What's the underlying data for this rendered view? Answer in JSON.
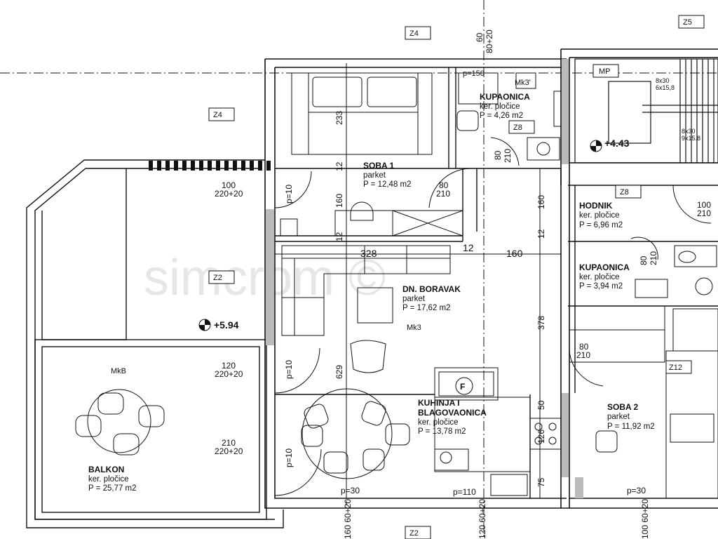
{
  "watermark": "simcrom ©",
  "sections": {
    "z4_top": "Z4",
    "z5_top": "Z5",
    "z4_left": "Z4",
    "z2_left": "Z2",
    "z2_bottom": "Z2",
    "z8_hall": "Z8",
    "z8_bath": "Z8",
    "z12": "Z12",
    "mp": "MP",
    "mkb": "MkB",
    "mk3": "Mk3",
    "mk3_prime": "Mk3'",
    "stove": "F"
  },
  "rooms": {
    "soba1": {
      "name": "SOBA 1",
      "floor": "parket",
      "area": "P = 12,48 m2"
    },
    "kupaonica1": {
      "name": "KUPAONICA",
      "floor": "ker. pločice",
      "area": "P = 4,26 m2"
    },
    "dn_boravak": {
      "name": "DN. BORAVAK",
      "floor": "parket",
      "area": "P = 17,62 m2"
    },
    "kuhinja": {
      "name1": "KUHINJA I",
      "name2": "BLAGOVAONICA",
      "floor": "ker. pločice",
      "area": "P = 13,78 m2"
    },
    "hodnik": {
      "name": "HODNIK",
      "floor": "ker. pločice",
      "area": "P = 6,96 m2"
    },
    "kupaonica2": {
      "name": "KUPAONICA",
      "floor": "ker. pločice",
      "area": "P = 3,94 m2"
    },
    "soba2": {
      "name": "SOBA 2",
      "floor": "parket",
      "area": "P = 11,92 m2"
    },
    "balkon": {
      "name": "BALKON",
      "floor": "ker. pločice",
      "area": "P = 25,77 m2"
    }
  },
  "levels": {
    "balcony": "+5.94",
    "stairs": "+4.43"
  },
  "stairs": {
    "step1a": "8x30",
    "step1b": "6x15,8",
    "step2a": "8x30",
    "step2b": "9x15.8"
  },
  "dims": {
    "top_60": "60",
    "top_80_20": "80+20",
    "w100": "100",
    "w100b": "220+20",
    "w120": "120",
    "w120b": "220+20",
    "w210": "210",
    "w210b": "220+20",
    "d233": "233",
    "d12a": "12",
    "d160a": "160",
    "d12b": "12",
    "d328": "328",
    "d12c": "12",
    "d160b": "160",
    "d629": "629",
    "d378": "378",
    "d160c": "160",
    "d12d": "12",
    "d50": "50",
    "d126": "126",
    "d75": "75",
    "d80_210_a": "80",
    "d80_210_a2": "210",
    "d80_210_b": "80",
    "d80_210_b2": "210",
    "d80_210_c": "80",
    "d80_210_c2": "210",
    "d80_210_d": "80",
    "d80_210_d2": "210",
    "d100_210_a": "100",
    "d100_210_a2": "210",
    "p10a": "p=10",
    "p10b": "p=10",
    "p10c": "p=10",
    "p150": "p=150",
    "p30a": "p=30",
    "p30b": "p=30",
    "p110": "p=110",
    "b160_20": "160\n60+20",
    "b120_20": "120\n60+20",
    "b100_20": "100\n60+20"
  }
}
